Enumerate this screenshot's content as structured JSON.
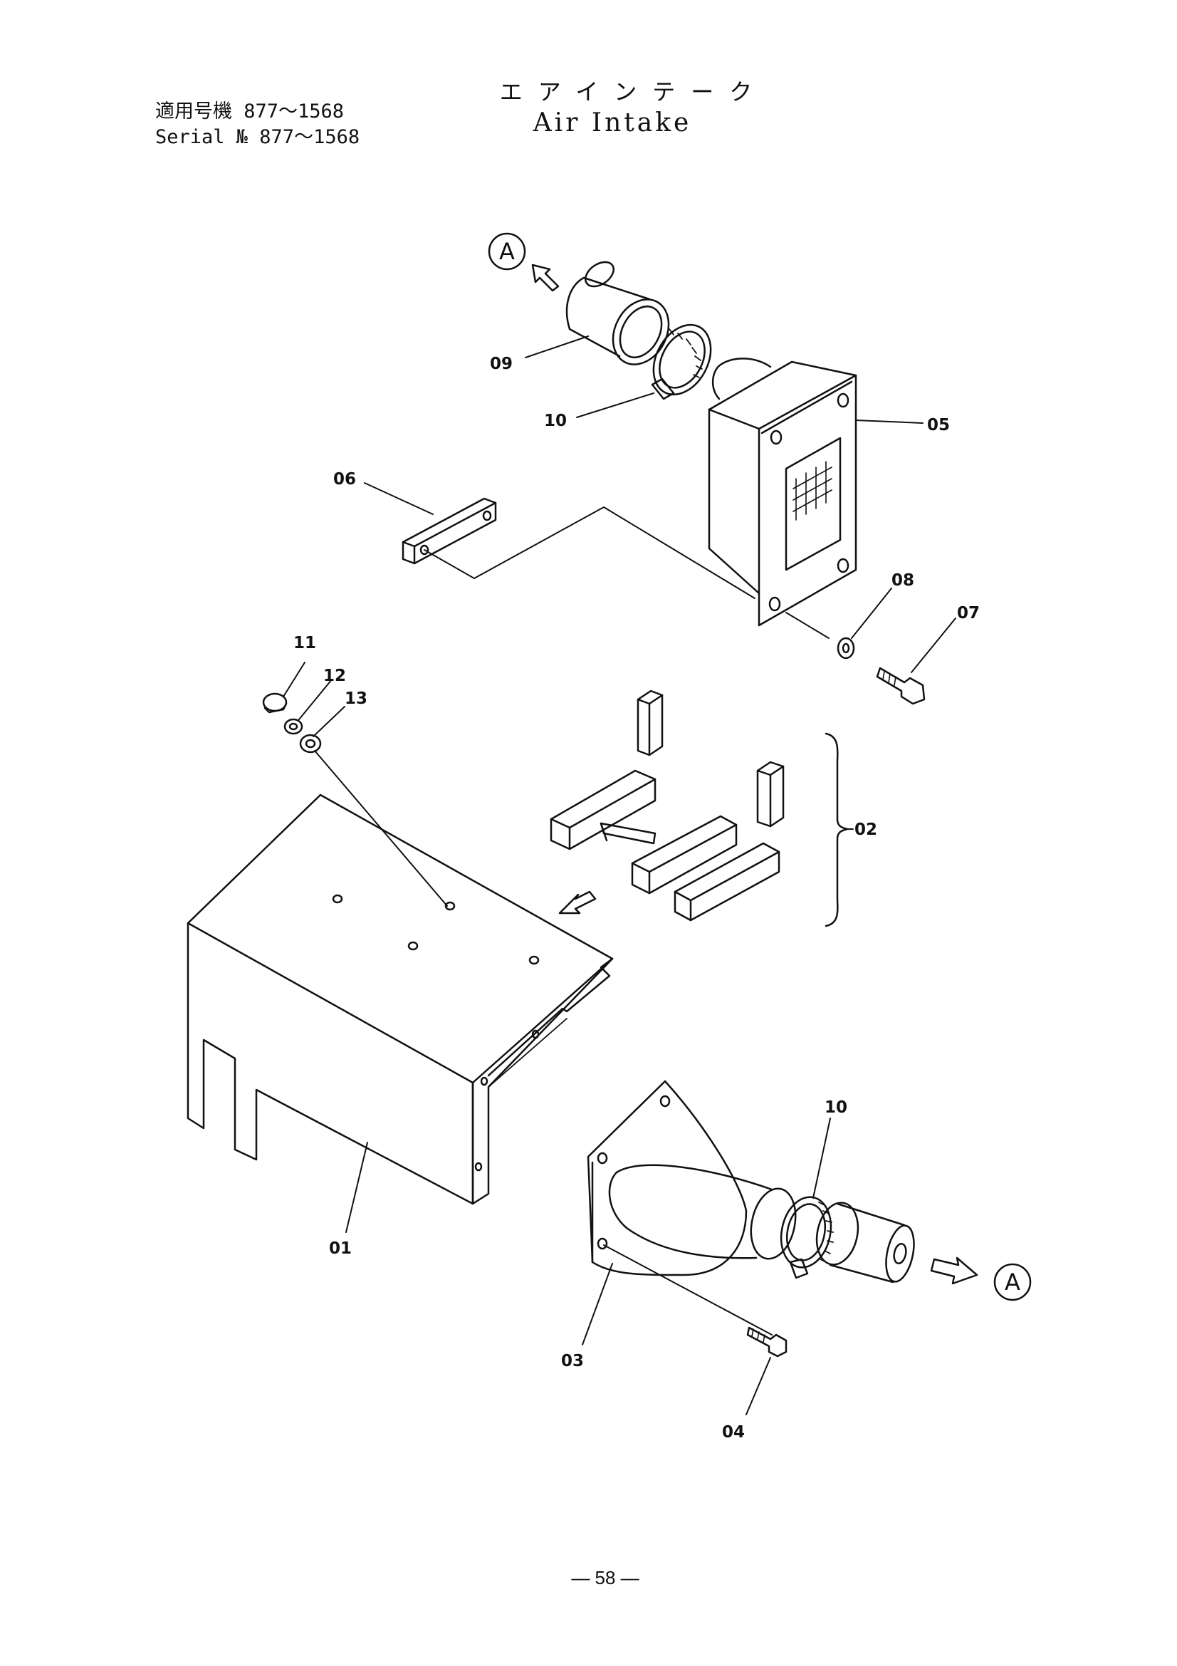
{
  "header": {
    "serial_jp": "適用号機 877〜1568",
    "serial_en": "Serial № 877〜1568",
    "title_jp": "エアインテーク",
    "title_en": "Air Intake"
  },
  "callouts": {
    "top": "A",
    "bottom": "A"
  },
  "part_labels": {
    "p01": "01",
    "p02": "02",
    "p03": "03",
    "p04": "04",
    "p05": "05",
    "p06": "06",
    "p07": "07",
    "p08": "08",
    "p09": "09",
    "p10_top": "10",
    "p10_bottom": "10",
    "p11": "11",
    "p12": "12",
    "p13": "13"
  },
  "page_number": "— 58 —",
  "colors": {
    "line": "#111111",
    "paper": "#ffffff"
  }
}
